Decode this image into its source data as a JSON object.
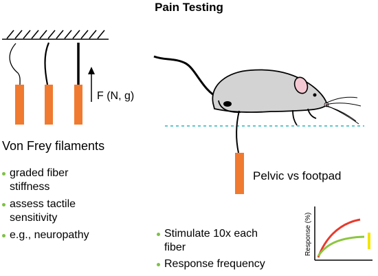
{
  "title": "Pain Testing",
  "force_label": "F (N, g)",
  "filament_caption": "Von Frey filaments",
  "filament_bullets": [
    "graded fiber stiffness",
    "assess tactile sensitivity",
    "e.g., neuropathy"
  ],
  "site_label": "Pelvic vs footpad",
  "procedure_bullets": [
    "Stimulate 10x each fiber",
    "Response frequency"
  ],
  "response_axis_label": "Response (%)",
  "colors": {
    "filament_body": "#ef7a30",
    "bullet": "#7cc242",
    "mouse_fill": "#d3d3d3",
    "ear": "#f5c9d3",
    "floor_line": "#5ec8cc",
    "curve_high": "#e8392b",
    "curve_low": "#8cc63f",
    "range_bar": "#f2e600"
  }
}
